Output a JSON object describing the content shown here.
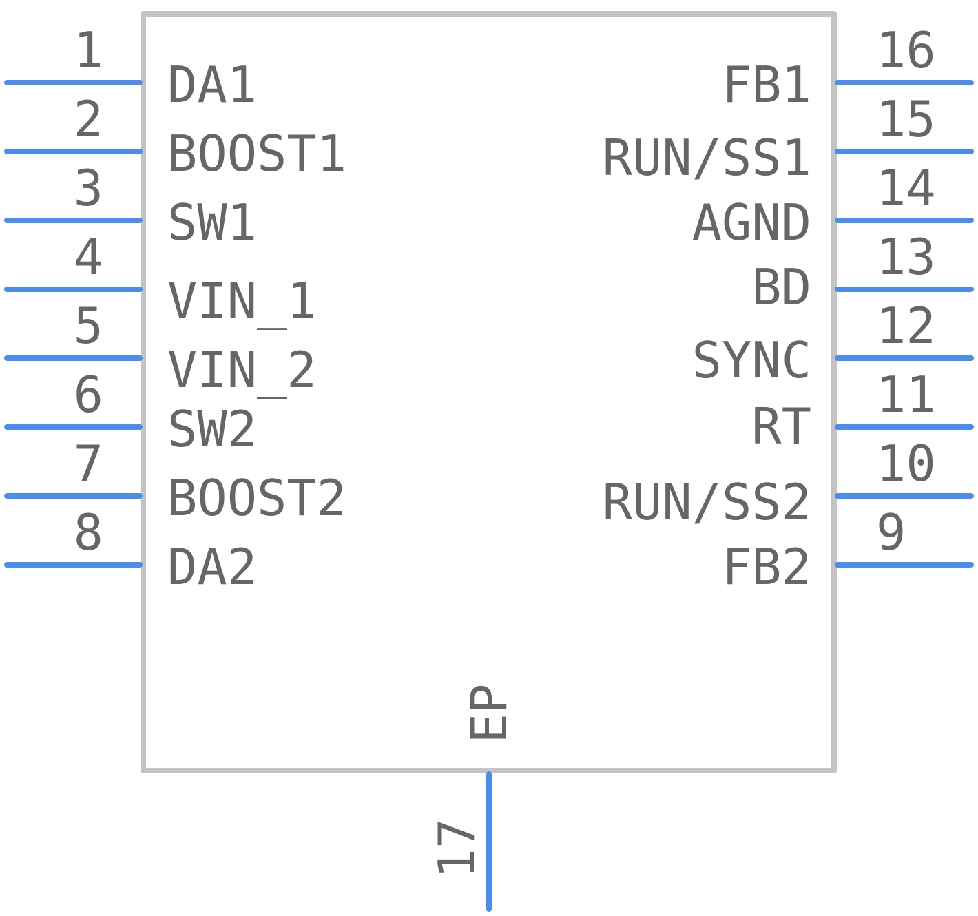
{
  "component": {
    "colors": {
      "pin": "#4a8cf0",
      "outline": "#c3c3c3",
      "text": "#666666"
    },
    "left_pins": [
      {
        "number": "1",
        "name": "DA1"
      },
      {
        "number": "2",
        "name": "BOOST1"
      },
      {
        "number": "3",
        "name": "SW1"
      },
      {
        "number": "4",
        "name": "VIN_1"
      },
      {
        "number": "5",
        "name": "VIN_2"
      },
      {
        "number": "6",
        "name": "SW2"
      },
      {
        "number": "7",
        "name": "BOOST2"
      },
      {
        "number": "8",
        "name": "DA2"
      }
    ],
    "right_pins": [
      {
        "number": "16",
        "name": "FB1"
      },
      {
        "number": "15",
        "name": "RUN/SS1"
      },
      {
        "number": "14",
        "name": "AGND"
      },
      {
        "number": "13",
        "name": "BD"
      },
      {
        "number": "12",
        "name": "SYNC"
      },
      {
        "number": "11",
        "name": "RT"
      },
      {
        "number": "10",
        "name": "RUN/SS2"
      },
      {
        "number": "9",
        "name": "FB2"
      }
    ],
    "bottom_pin": {
      "number": "17",
      "name": "EP"
    }
  }
}
